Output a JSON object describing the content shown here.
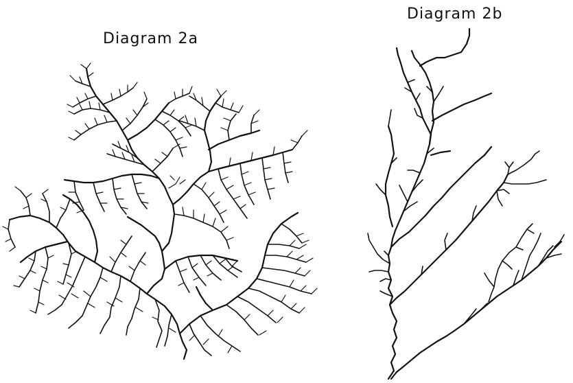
{
  "diagrams": [
    {
      "label": "Diagram 2a",
      "pattern": "dendritic drainage network"
    },
    {
      "label": "Diagram 2b",
      "pattern": "parallel drainage network"
    }
  ],
  "colors": {
    "background": "#ffffff",
    "ink": "#111111"
  }
}
